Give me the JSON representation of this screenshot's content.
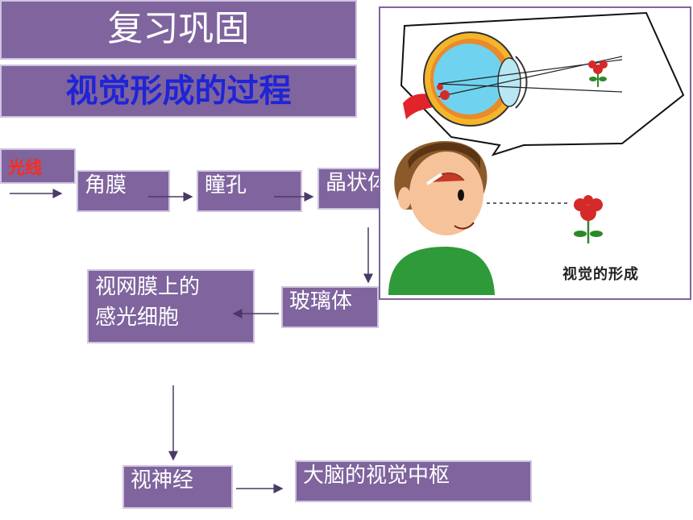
{
  "header": {
    "title": "复习巩固",
    "subtitle": "视觉形成的过程"
  },
  "flow": {
    "light": "光线",
    "cornea": "角膜",
    "pupil": "瞳孔",
    "lens": "晶状体",
    "vitreous": "玻璃体",
    "retina_line1": "视网膜上的",
    "retina_line2": "感光细胞",
    "optic_nerve": "视神经",
    "visual_center": "大脑的视觉中枢"
  },
  "illustration": {
    "caption": "视觉的形成"
  },
  "colors": {
    "box_fill": "#7f649e",
    "subtitle_text": "#1f24d6",
    "light_text": "#ff2a1a"
  }
}
